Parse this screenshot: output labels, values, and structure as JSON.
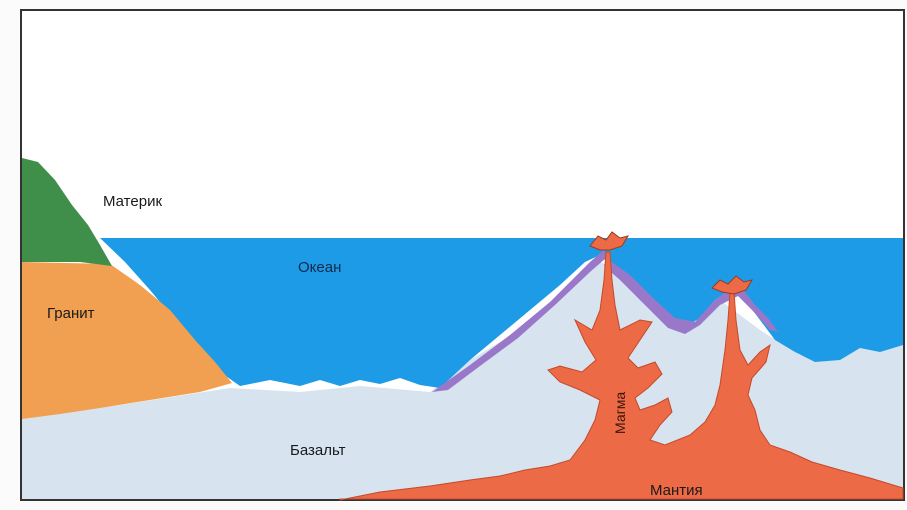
{
  "labels": {
    "continent": "Материк",
    "ocean": "Океан",
    "granite": "Гранит",
    "basalt": "Базальт",
    "magma": "Магма",
    "mantle": "Мантия"
  },
  "colors": {
    "ocean": "#1e9be6",
    "granite": "#f0a050",
    "continent_top": "#3f8f4a",
    "basalt": "#d7e3ef",
    "magma": "#ec6a45",
    "sediment": "#9a78c9"
  }
}
